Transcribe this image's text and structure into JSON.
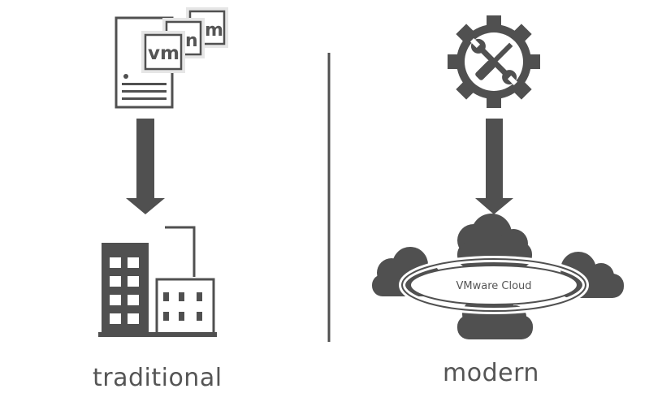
{
  "labels": {
    "traditional": "traditional",
    "modern": "modern",
    "cloud": "VMware Cloud",
    "vm_logo": "vm",
    "vm_logo_partial": "n",
    "vm_logo_partial_back": "m"
  },
  "colors": {
    "icon": "#505050",
    "text": "#555555",
    "background": "#ffffff"
  },
  "icons": {
    "documents": "vm-document-stack-icon",
    "arrow_left": "arrow-down-icon",
    "building": "office-building-icon",
    "tools": "wrench-screwdriver-gear-icon",
    "arrow_right": "arrow-down-icon",
    "clouds": "cloud-cluster-icon"
  }
}
